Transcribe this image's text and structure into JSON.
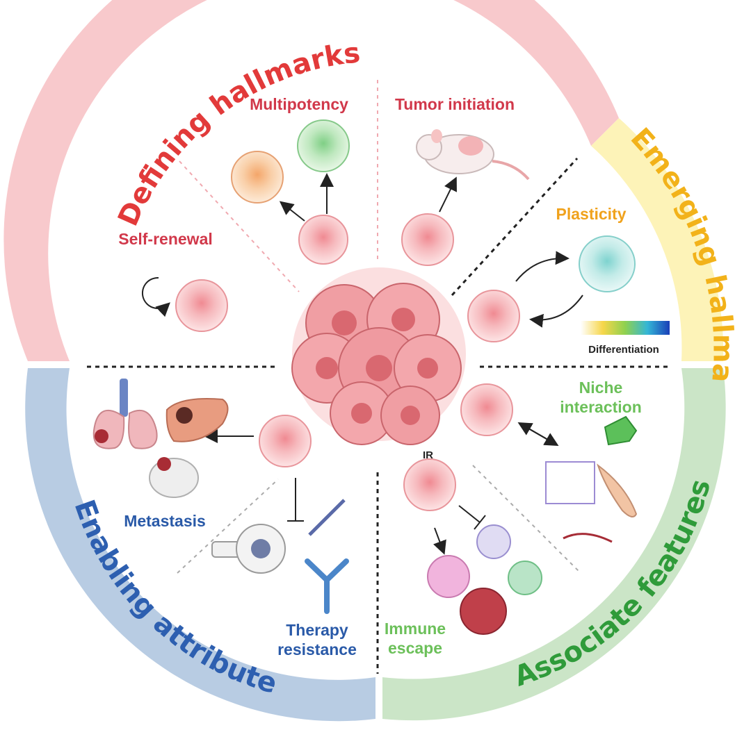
{
  "sections": {
    "defining": {
      "title": "Defining hallmarks",
      "color": "#e23a3a",
      "band": "#f8c9cc"
    },
    "emerging": {
      "title": "Emerging hallmark",
      "color": "#f2b21a",
      "band": "#fdf3b8"
    },
    "enabling": {
      "title": "Enabling attributes",
      "color": "#2d5fb0",
      "band": "#b8cce3"
    },
    "associate": {
      "title": "Associate features",
      "color": "#2f9b3a",
      "band": "#cbe5c7"
    }
  },
  "labels": {
    "multipotency": "Multipotency",
    "tumor_initiation": "Tumor initiation",
    "self_renewal": "Self-renewal",
    "plasticity": "Plasticity",
    "differentiation": "Differentiation",
    "niche_line1": "Niche",
    "niche_line2": "interaction",
    "metastasis": "Metastasis",
    "therapy_line1": "Therapy",
    "therapy_line2": "resistance",
    "immune_line1": "Immune",
    "immune_line2": "escape",
    "ir": "IR"
  },
  "colors": {
    "red_label": "#d1384a",
    "orange_label": "#f0a21c",
    "blue_label": "#2a5aa8",
    "green_label": "#6cc05a",
    "cell_fill": "#f6b9bd",
    "cell_edge": "#e8959b"
  }
}
